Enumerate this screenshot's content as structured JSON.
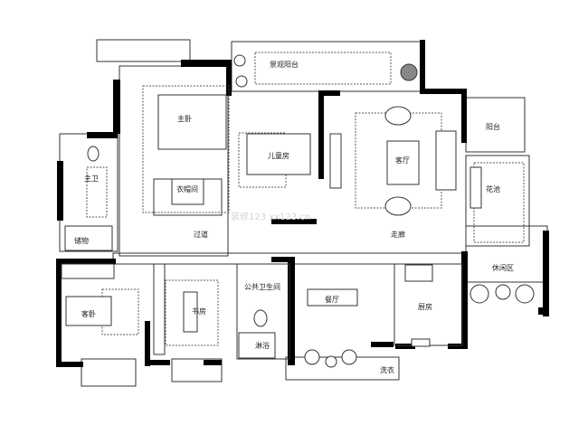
{
  "plan": {
    "rooms": {
      "master_bedroom": "主卧",
      "master_bath": "主卫",
      "cloakroom": "衣帽间",
      "kids_room": "儿童房",
      "landscape_balcony": "景观阳台",
      "living_room": "客厅",
      "balcony": "阳台",
      "flower_bed": "花池",
      "leisure_area": "休闲区",
      "guest_bedroom": "客卧",
      "study": "书房",
      "public_bath": "公共卫生间",
      "shower": "淋浴",
      "dining_room": "餐厅",
      "kitchen": "厨房",
      "storage": "储物",
      "corridor": "过道",
      "hallway": "走廊",
      "laundry": "洗衣"
    },
    "watermark": "装修123 xx123.cn"
  }
}
